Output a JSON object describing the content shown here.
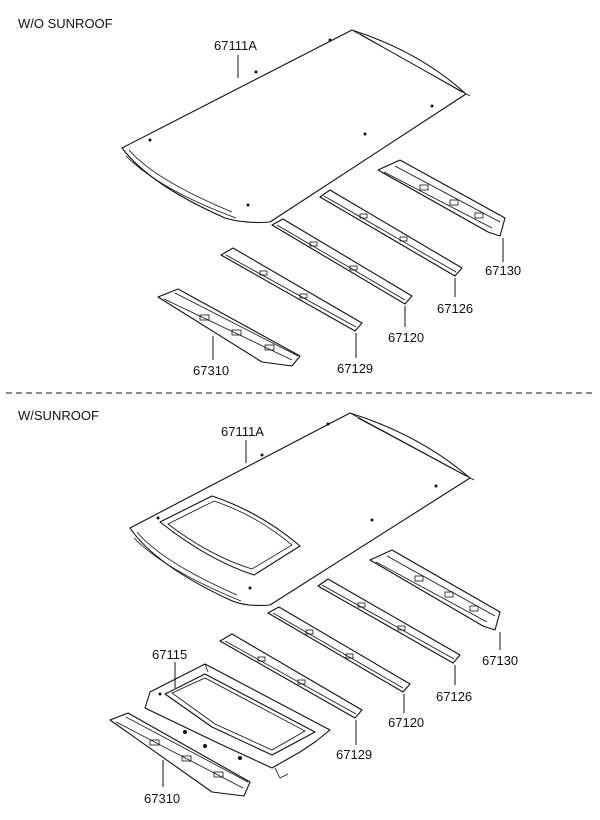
{
  "sections": [
    {
      "title": "W/O SUNROOF",
      "labels": {
        "roof": "67111A",
        "rail_rear": "67130",
        "rail_a": "67126",
        "rail_b": "67120",
        "rail_c": "67129",
        "rail_front": "67310"
      }
    },
    {
      "title": "W/SUNROOF",
      "labels": {
        "roof": "67111A",
        "rail_rear": "67130",
        "rail_a": "67126",
        "rail_b": "67120",
        "rail_c": "67129",
        "frame": "67115",
        "rail_front": "67310"
      }
    }
  ]
}
